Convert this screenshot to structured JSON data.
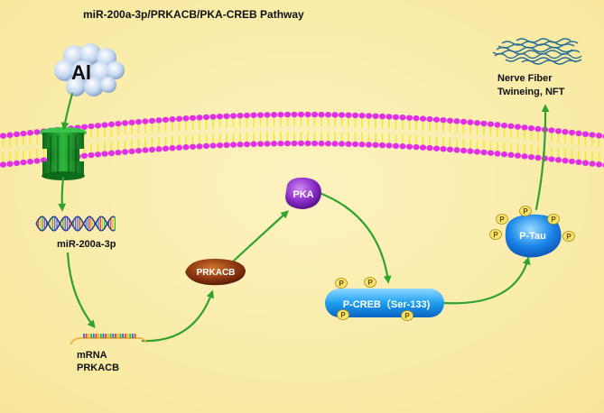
{
  "title": "miR-200a-3p/PRKACB/PKA-CREB Pathway",
  "nodes": {
    "al": "Al",
    "mir": "miR-200a-3p",
    "mrna_line1": "mRNA",
    "mrna_line2": "PRKACB",
    "prkacb": "PRKACB",
    "pka": "PKA",
    "pcreb": "P-CREB（Ser-133)",
    "ptau": "P-Tau",
    "phospho": "P",
    "nft_line1": "Nerve Fiber",
    "nft_line2": "Twineing, NFT"
  },
  "colors": {
    "background": "#fdf1b6",
    "membrane_head": "#e12fe6",
    "membrane_tail": "#f0e83a",
    "arrow": "#2ea32e",
    "channel": "#1f8f27",
    "prkacb": "#7b2d10",
    "pka": "#7b1fb0",
    "pcreb": "#1ea0f0",
    "ptau": "#1a86e8",
    "phospho": "#f4e46a"
  }
}
